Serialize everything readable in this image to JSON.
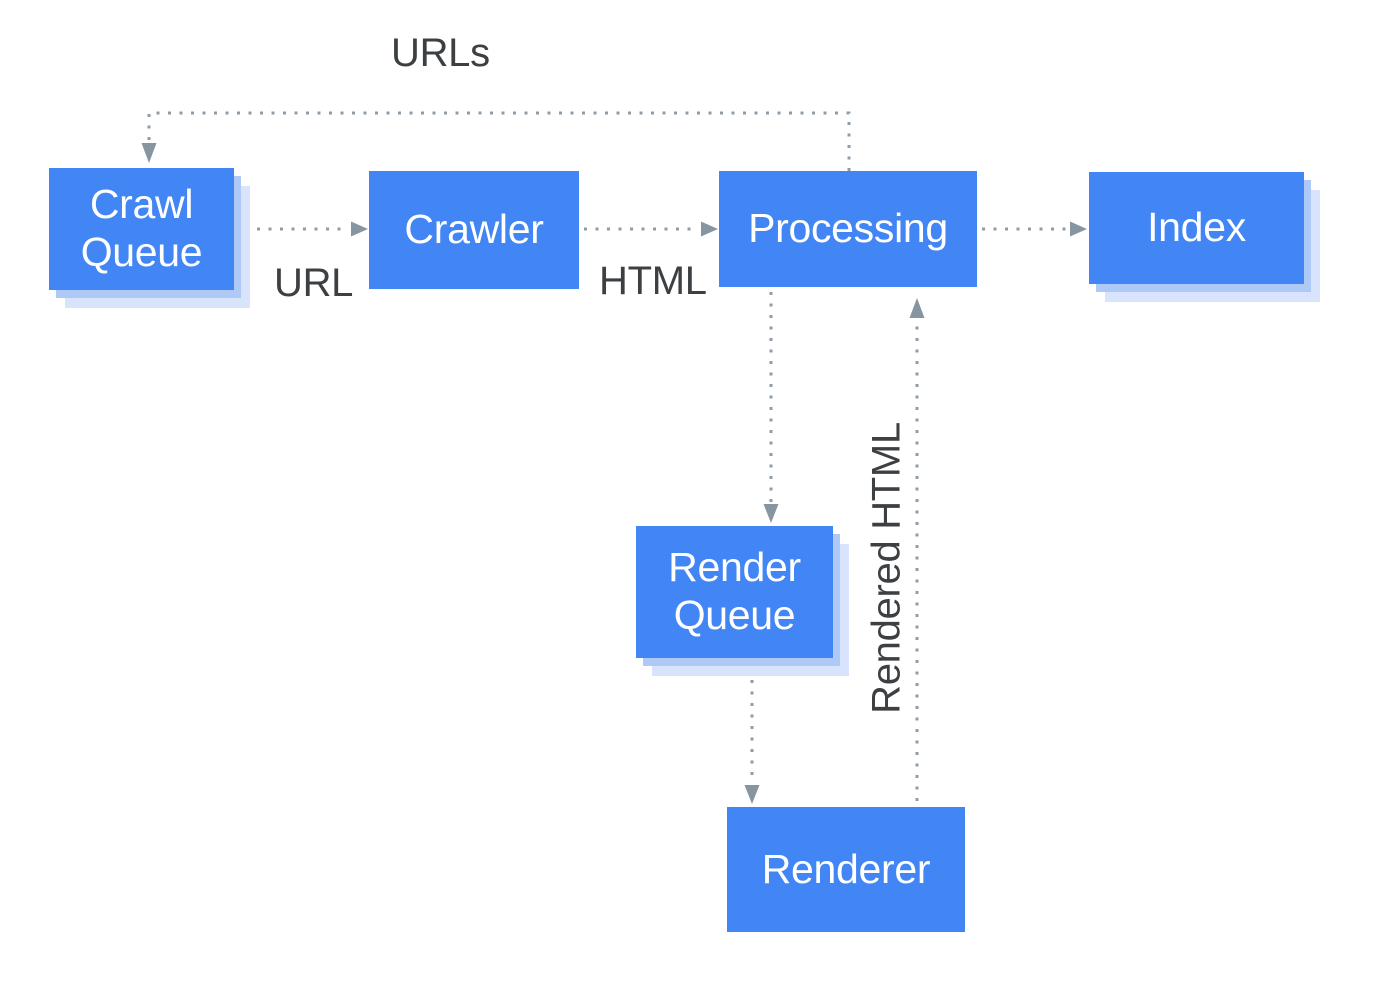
{
  "diagram": {
    "nodes": [
      {
        "id": "crawl-queue",
        "label": "Crawl Queue",
        "has_shadow": true
      },
      {
        "id": "crawler",
        "label": "Crawler",
        "has_shadow": false
      },
      {
        "id": "processing",
        "label": "Processing",
        "has_shadow": false
      },
      {
        "id": "index",
        "label": "Index",
        "has_shadow": true
      },
      {
        "id": "render-queue",
        "label": "Render Queue",
        "has_shadow": true
      },
      {
        "id": "renderer",
        "label": "Renderer",
        "has_shadow": false
      }
    ],
    "edge_labels": {
      "urls": "URLs",
      "url": "URL",
      "html": "HTML",
      "rendered_html": "Rendered HTML"
    },
    "colors": {
      "node_fill": "#4285f4",
      "node_text": "#ffffff",
      "shadow_inner": "#aec9f6",
      "shadow_outer": "#d8e4fb",
      "connector_dots": "#8f9ca8",
      "arrowhead": "#8795a1",
      "label_text": "#3c4043",
      "background": "#ffffff"
    }
  }
}
